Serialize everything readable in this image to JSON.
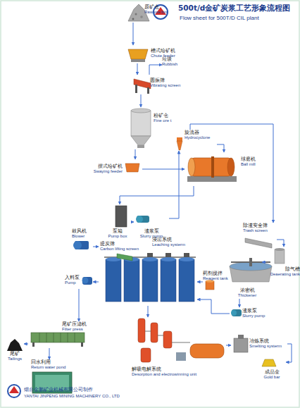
{
  "diagram": {
    "title": "500t/d金矿炭浆工艺形象流程图",
    "nodes": [
      {
        "text": [
          "原矿仓",
          "Raw ore bin"
        ]
      },
      {
        "text": [
          "槽式给矿机",
          "Chute feeder"
        ]
      },
      {
        "text": [
          "圆振筛",
          "Vibrating screen"
        ]
      },
      {
        "text": [
          "垃圾",
          "Rubbish"
        ]
      },
      {
        "text": [
          "粉矿仓",
          "Fine ore t"
        ]
      },
      {
        "text": [
          "旋流器",
          "Hydrocyclone"
        ]
      },
      {
        "text": [
          "球磨机",
          "Ball mill"
        ]
      },
      {
        "text": [
          "摆式给矿机",
          "Swaying feeder"
        ]
      },
      {
        "text": [
          "泵箱",
          "Pump box"
        ]
      },
      {
        "text": [
          "渣浆泵",
          "Slurry pump"
        ]
      },
      {
        "text": [
          "除渣安全筛",
          "Trash screen"
        ]
      },
      {
        "text": [
          "除气槽",
          "Deaerating tank"
        ]
      },
      {
        "text": [
          "浓密机",
          "Thickener"
        ]
      },
      {
        "text": [
          "鼓风机",
          "Blower"
        ]
      },
      {
        "text": [
          "浸出系统",
          "Leaching systerm"
        ]
      },
      {
        "text": [
          "提炭筛",
          "Carbon lifting screen"
        ],
        "in": 14
      },
      {
        "text": [
          "药剂搅拌",
          "Reagent tank"
        ]
      },
      {
        "text": [
          "渣浆泵",
          "Slurry pump"
        ]
      },
      {
        "text": [
          "入料泵",
          "Pump"
        ]
      },
      {
        "text": [
          "尾矿压滤机",
          "Filter press"
        ]
      },
      {
        "text": [
          "尾矿",
          "Tailings"
        ]
      },
      {
        "text": [
          "回水利用",
          "Return water pond"
        ]
      },
      {
        "text": [
          "解吸电解系统",
          "Desorption and electrowinning unit"
        ]
      },
      {
        "text": [
          "冶炼系统",
          "Smelting systerm"
        ]
      },
      {
        "text": [
          "成品金",
          "Gold bar"
        ]
      }
    ],
    "edges": [
      {
        "from": 0,
        "to": 1,
        "arrow": "to"
      },
      {
        "from": 1,
        "to": 2,
        "arrow": "to"
      },
      {
        "from": 2,
        "to": 3,
        "arrow": "to"
      },
      {
        "from": 2,
        "to": 4,
        "arrow": "to"
      },
      {
        "from": 4,
        "to": 7,
        "arrow": "to"
      },
      {
        "from": 7,
        "to": 6,
        "arrow": "to"
      },
      {
        "from": 6,
        "to": 8,
        "arrow": "to"
      },
      {
        "from": 8,
        "to": 9,
        "arrow": "to"
      },
      {
        "from": 9,
        "to": 5,
        "arrow": "to"
      },
      {
        "from": 5,
        "to": 6,
        "arrow": "to"
      },
      {
        "from": 5,
        "to": 10,
        "arrow": "to"
      },
      {
        "from": 10,
        "to": 11,
        "arrow": "to"
      },
      {
        "from": 11,
        "to": 12,
        "arrow": "to"
      },
      {
        "from": 12,
        "to": 17,
        "arrow": "to"
      },
      {
        "from": 17,
        "to": 14,
        "arrow": "to"
      },
      {
        "from": 16,
        "to": 14,
        "arrow": "to"
      },
      {
        "from": 13,
        "to": 14,
        "arrow": "to"
      },
      {
        "from": 14,
        "to": 18,
        "arrow": "to"
      },
      {
        "from": 18,
        "to": 19,
        "arrow": "to"
      },
      {
        "from": 19,
        "to": 20,
        "arrow": "to"
      },
      {
        "from": 19,
        "to": 21,
        "arrow": "to"
      },
      {
        "from": 14,
        "to": 22,
        "arrow": "to"
      },
      {
        "from": 22,
        "to": 23,
        "arrow": "to"
      },
      {
        "from": 23,
        "to": 24,
        "arrow": "to"
      }
    ],
    "labels": [
      "Flow sheet for 500T/D CIL plant",
      "烟台金鹏矿业机械有限公司制作",
      "YANTAI JINPENG MINING MACHINERY CO., LTD"
    ]
  }
}
